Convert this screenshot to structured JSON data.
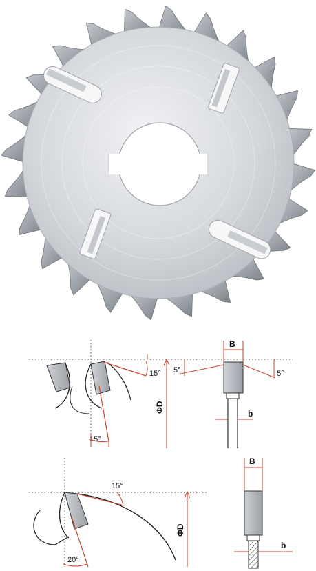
{
  "colors": {
    "blade_light": "#e4e6e9",
    "blade_mid": "#c7cbd0",
    "blade_dark": "#8e949b",
    "annotation_red": "#c8452c",
    "line_dark": "#222222"
  },
  "blade": {
    "tooth_count": 24,
    "wiper_slot_count": 4
  },
  "diagram_top": {
    "angle_side": "15°",
    "angle_front": "15°",
    "angle_left_bevel": "5°",
    "angle_right_bevel": "5°",
    "diameter_label": "ΦD",
    "kerf_width_label": "B",
    "plate_thickness_label": "b"
  },
  "diagram_bottom": {
    "angle_top": "15°",
    "angle_front": "20°",
    "diameter_label": "ΦD",
    "kerf_width_label": "B",
    "plate_thickness_label": "b"
  }
}
